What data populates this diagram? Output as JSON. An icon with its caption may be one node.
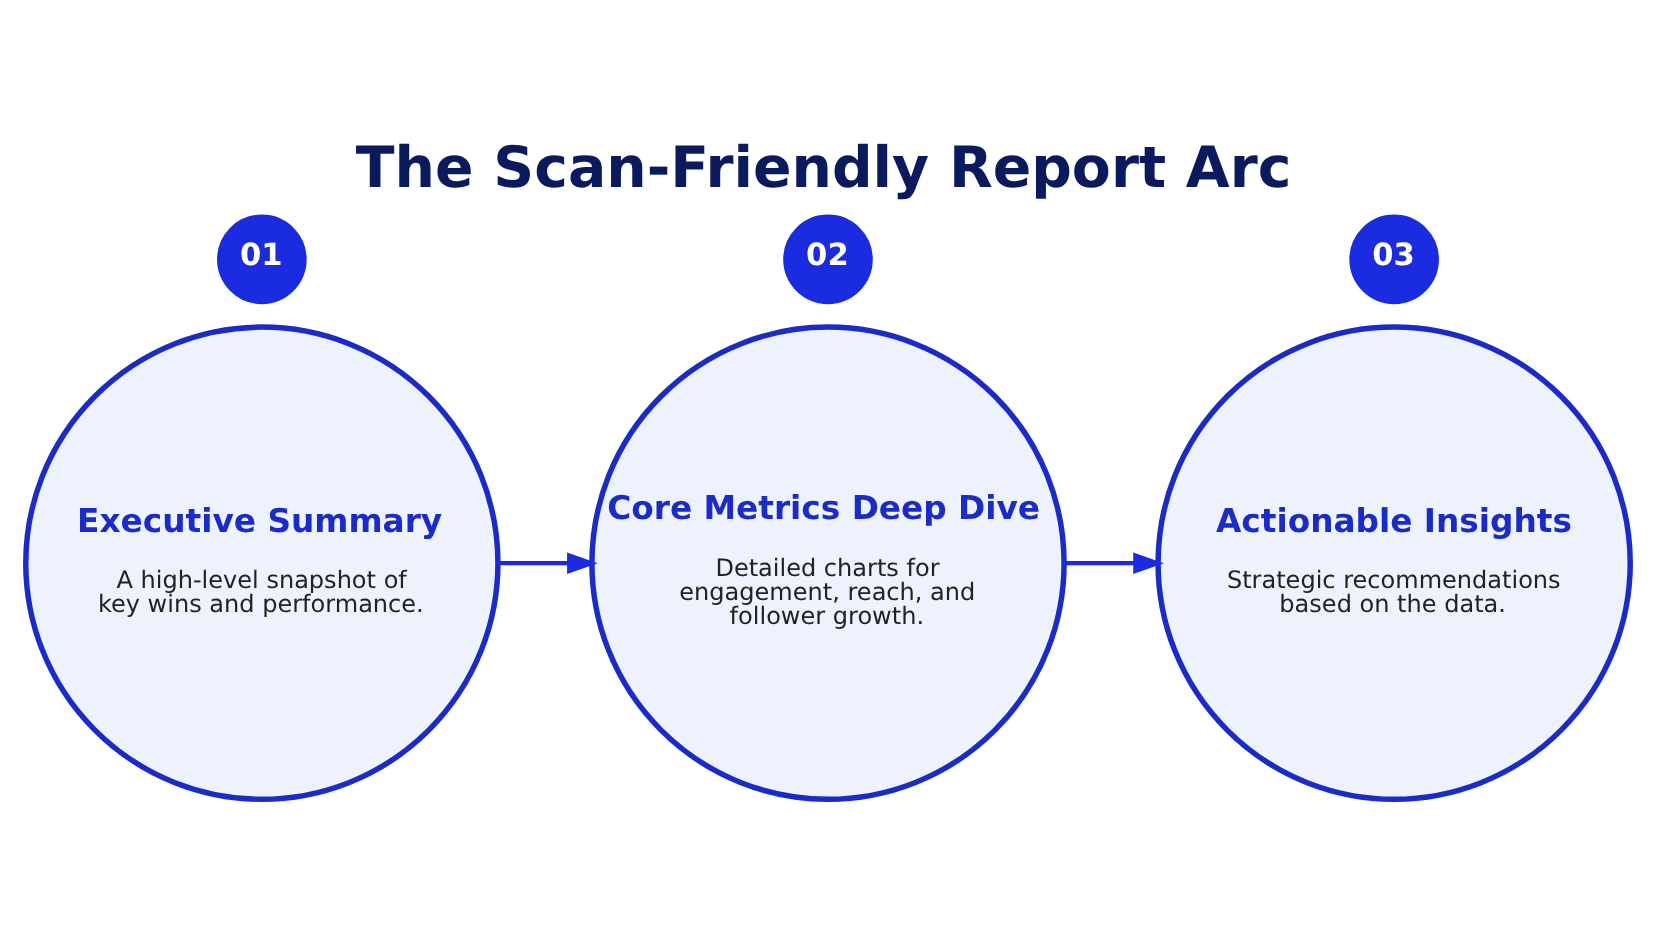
{
  "diagram": {
    "title": "The Scan-Friendly Report Arc",
    "nodes": [
      {
        "text": [
          "Executive Summary",
          "A high-level snapshot of key wins and performance."
        ]
      },
      {
        "text": [
          "Core Metrics Deep Dive",
          "Detailed charts for engagement, reach, and follower growth."
        ]
      },
      {
        "text": [
          "Actionable Insights",
          "Strategic recommendations based on the data."
        ]
      },
      {
        "text": [
          "01"
        ]
      },
      {
        "text": [
          "02"
        ]
      },
      {
        "text": [
          "03"
        ]
      }
    ],
    "edges": [
      {
        "from": 0,
        "to": 1,
        "arrow": "to"
      },
      {
        "from": 1,
        "to": 2,
        "arrow": "to"
      }
    ]
  }
}
